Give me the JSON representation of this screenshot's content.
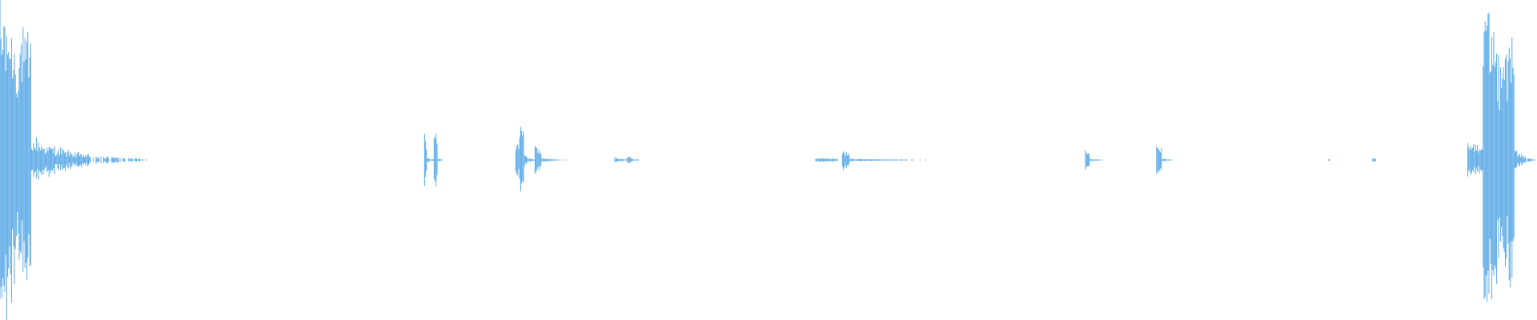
{
  "waveform": {
    "color": "#5AA9E6",
    "baseline": 0.5,
    "events": [
      {
        "t": 0.0,
        "dur": 0.02,
        "amp": 0.47,
        "tail": 0.075,
        "tail_amp": 0.08
      },
      {
        "t": 0.276,
        "dur": 0.002,
        "amp": 0.09,
        "tail": 0.01,
        "tail_amp": 0.01
      },
      {
        "t": 0.2825,
        "dur": 0.002,
        "amp": 0.09,
        "tail": 0.006,
        "tail_amp": 0.01
      },
      {
        "t": 0.335,
        "dur": 0.004,
        "amp": 0.06,
        "tail": 0.006,
        "tail_amp": 0.01
      },
      {
        "t": 0.338,
        "dur": 0.003,
        "amp": 0.13,
        "tail": 0.01,
        "tail_amp": 0.02
      },
      {
        "t": 0.348,
        "dur": 0.004,
        "amp": 0.04,
        "tail": 0.018,
        "tail_amp": 0.01
      },
      {
        "t": 0.4,
        "dur": 0.002,
        "amp": 0.01,
        "tail": 0.018,
        "tail_amp": 0.005
      },
      {
        "t": 0.408,
        "dur": 0.003,
        "amp": 0.02,
        "tail": 0.01,
        "tail_amp": 0.005
      },
      {
        "t": 0.53,
        "dur": 0.015,
        "amp": 0.006,
        "tail": 0.0,
        "tail_amp": 0.0
      },
      {
        "t": 0.548,
        "dur": 0.005,
        "amp": 0.03,
        "tail": 0.07,
        "tail_amp": 0.005
      },
      {
        "t": 0.706,
        "dur": 0.003,
        "amp": 0.03,
        "tail": 0.012,
        "tail_amp": 0.005
      },
      {
        "t": 0.752,
        "dur": 0.004,
        "amp": 0.05,
        "tail": 0.012,
        "tail_amp": 0.005
      },
      {
        "t": 0.864,
        "dur": 0.001,
        "amp": 0.004,
        "tail": 0.0,
        "tail_amp": 0.0
      },
      {
        "t": 0.893,
        "dur": 0.002,
        "amp": 0.006,
        "tail": 0.0,
        "tail_amp": 0.0
      },
      {
        "t": 0.955,
        "dur": 0.012,
        "amp": 0.05,
        "tail": 0.0,
        "tail_amp": 0.0
      },
      {
        "t": 0.965,
        "dur": 0.02,
        "amp": 0.47,
        "tail": 0.015,
        "tail_amp": 0.05
      }
    ]
  }
}
